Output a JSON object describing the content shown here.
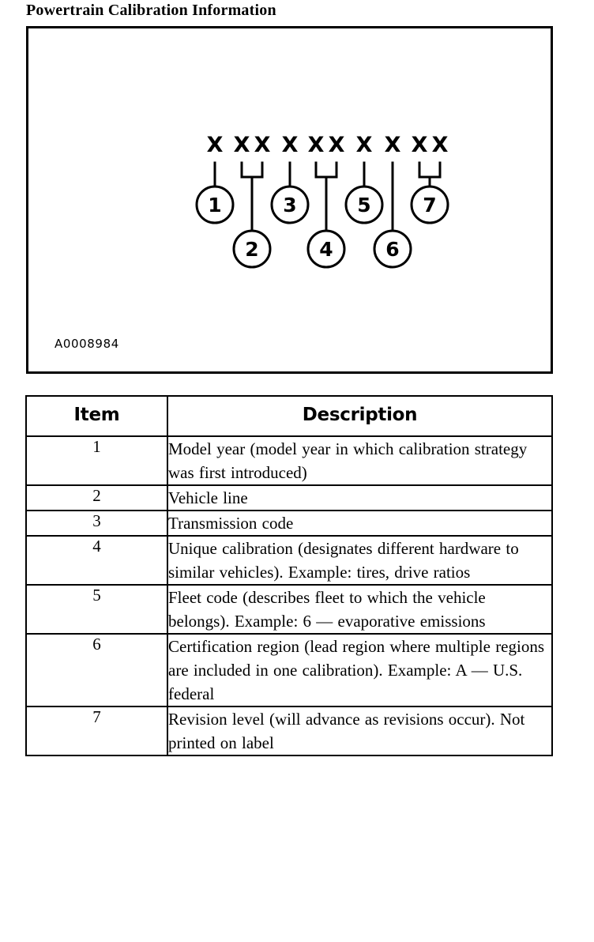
{
  "document": {
    "title": "Powertrain Calibration Information"
  },
  "figure": {
    "id_label": "A0008984",
    "code_groups": [
      "X",
      "XX",
      "X",
      "XX",
      "X",
      "X",
      "XX"
    ],
    "code_string": "X XX X XX X X XX",
    "callouts": [
      {
        "number": "1",
        "group_index": 0,
        "row": "upper"
      },
      {
        "number": "2",
        "group_index": 1,
        "row": "lower"
      },
      {
        "number": "3",
        "group_index": 2,
        "row": "upper"
      },
      {
        "number": "4",
        "group_index": 3,
        "row": "lower"
      },
      {
        "number": "5",
        "group_index": 4,
        "row": "upper"
      },
      {
        "number": "6",
        "group_index": 5,
        "row": "lower"
      },
      {
        "number": "7",
        "group_index": 6,
        "row": "upper"
      }
    ]
  },
  "table": {
    "headers": {
      "item": "Item",
      "description": "Description"
    },
    "rows": [
      {
        "item": "1",
        "description": "Model year (model year in which calibration strategy was first introduced)"
      },
      {
        "item": "2",
        "description": "Vehicle line"
      },
      {
        "item": "3",
        "description": "Transmission code"
      },
      {
        "item": "4",
        "description": "Unique calibration (designates different hardware to similar vehicles). Example: tires, drive ratios"
      },
      {
        "item": "5",
        "description": "Fleet code (describes fleet to which the vehicle belongs). Example: 6 — evaporative emissions"
      },
      {
        "item": "6",
        "description": "Certification region (lead region where multiple regions are included in one calibration). Example: A — U.S. federal"
      },
      {
        "item": "7",
        "description": "Revision level (will advance as revisions occur). Not printed on label"
      }
    ]
  },
  "colors": {
    "ink": "#000000",
    "paper": "#ffffff"
  }
}
